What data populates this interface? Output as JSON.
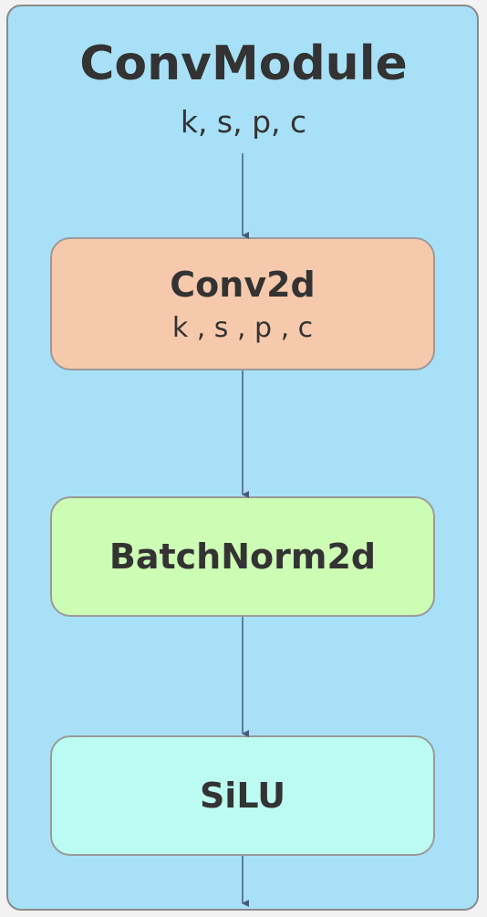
{
  "diagram": {
    "title": "ConvModule",
    "params": "k, s,  p, c",
    "blocks": [
      {
        "label": "Conv2d",
        "params": "k , s , p , c",
        "color": "#f7c9ac"
      },
      {
        "label": "BatchNorm2d",
        "color": "#cdfcb4"
      },
      {
        "label": "SiLU",
        "color": "#bcfbf2"
      }
    ],
    "colors": {
      "panel": "#a8e1f7",
      "text": "#333333",
      "arrow": "#4a5a7a"
    }
  }
}
